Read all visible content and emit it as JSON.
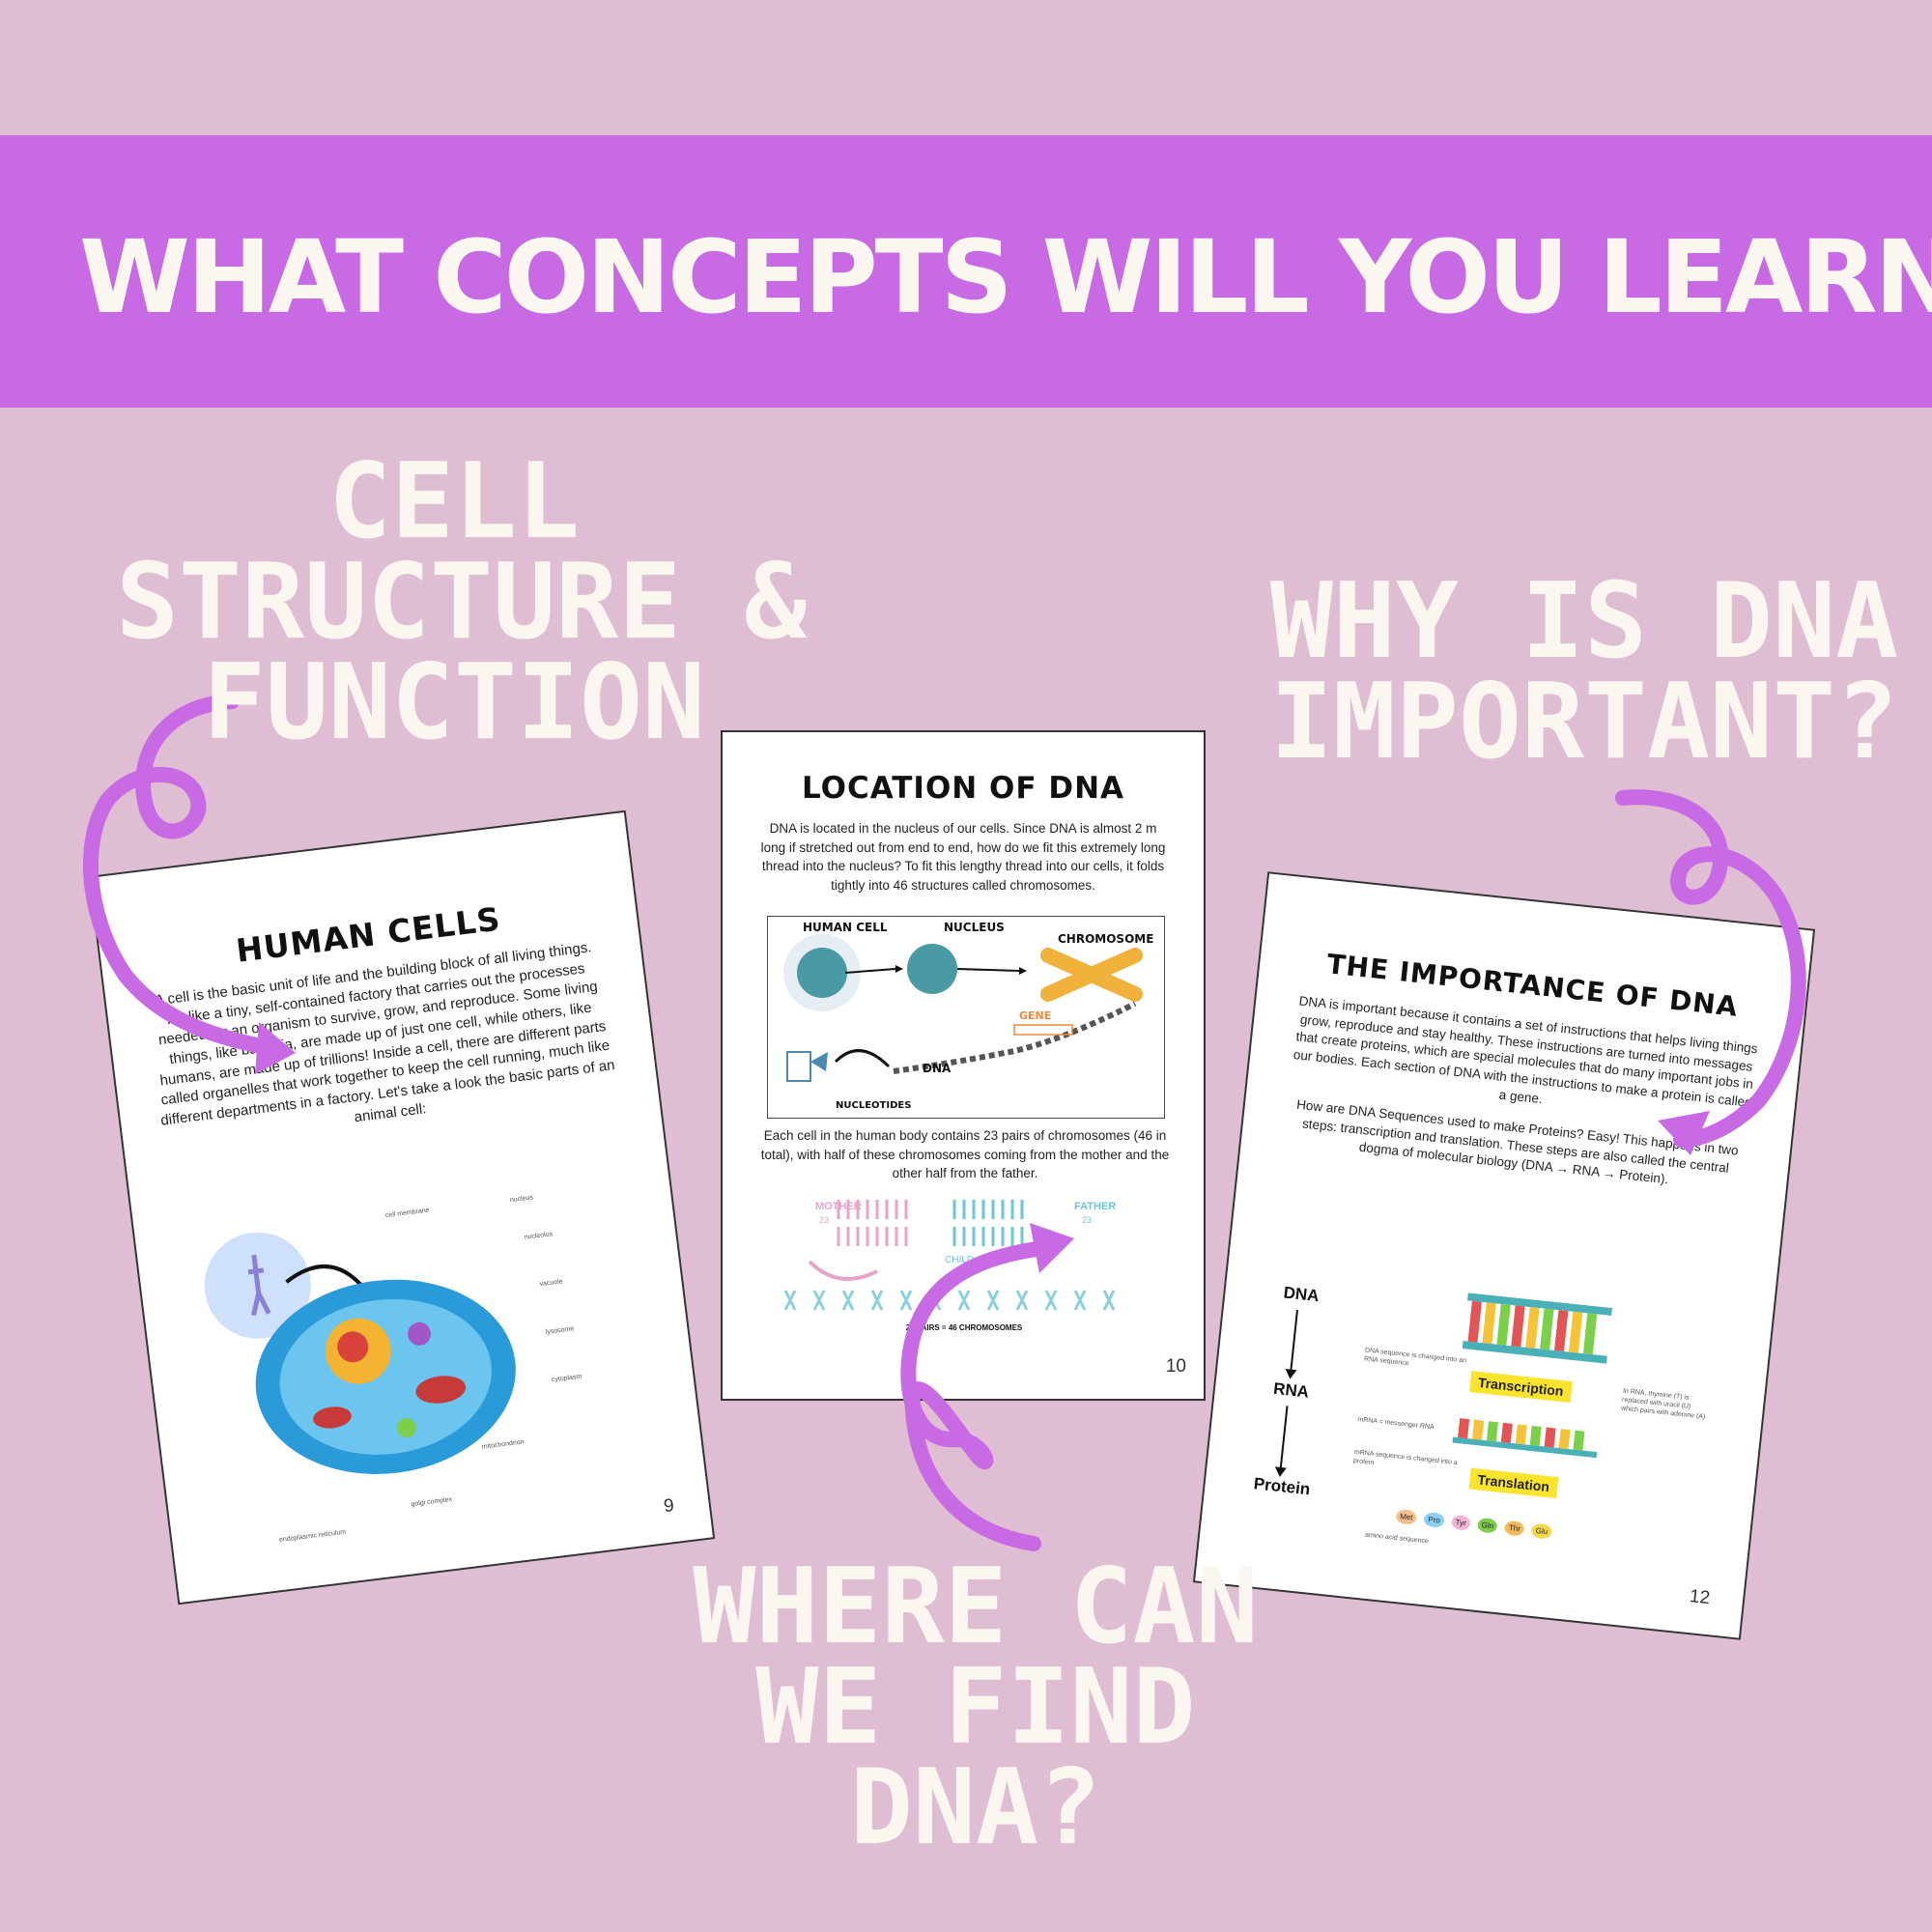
{
  "banner": {
    "title": "WHAT CONCEPTS WILL YOU LEARN?"
  },
  "labels": {
    "cell": [
      "CELL",
      "STRUCTURE &",
      "FUNCTION"
    ],
    "why": [
      "WHY IS DNA",
      "IMPORTANT?"
    ],
    "where": [
      "WHERE CAN",
      "WE FIND",
      "DNA?"
    ]
  },
  "pages": {
    "left": {
      "title": "HUMAN CELLS",
      "body": "A cell is the basic unit of life and the building block of all living things. It's like a tiny, self-contained factory that carries out the processes needed for an organism to survive, grow, and reproduce. Some living things, like bacteria, are made up of just one cell, while others, like humans, are made up of trillions! Inside a cell, there are different parts called organelles that work together to keep the cell running, much like different departments in a factory. Let's take a look the basic parts of an animal cell:",
      "parts": [
        "cell membrane",
        "nucleus",
        "nucleolus",
        "vacuole",
        "lysosome",
        "cytoplasm",
        "mitochondrion",
        "golgi complex",
        "endoplasmic reticulum"
      ],
      "page_number": "9"
    },
    "middle": {
      "title": "LOCATION OF DNA",
      "body": "DNA is located in the nucleus of our cells. Since DNA is almost 2 m long if stretched out from end to end, how do we fit this extremely long thread into the nucleus? To fit this lengthy thread into our cells, it folds tightly into 46 structures called chromosomes.",
      "diagram": {
        "human_cell": "HUMAN CELL",
        "nucleus": "NUCLEUS",
        "chromosome": "CHROMOSOME",
        "gene": "GENE",
        "dna": "DNA",
        "nucleotides": "NUCLEOTIDES"
      },
      "caption": "Each cell in the human body contains 23 pairs of chromosomes (46 in total), with half of these chromosomes coming from the mother and the other half from the father.",
      "mother": "MOTHER",
      "father": "FATHER",
      "child": "CHILD",
      "count": "23",
      "total": "23 PAIRS = 46 CHROMOSOMES",
      "page_number": "10"
    },
    "right": {
      "title": "THE IMPORTANCE OF DNA",
      "body": "DNA is important because it contains a set of instructions that helps living things grow, reproduce and stay healthy. These instructions are turned into messages that create proteins, which are special molecules that do many important jobs in our bodies. Each section of DNA with the instructions to make a protein is called a gene.",
      "body2": "How are DNA Sequences used to make Proteins? Easy! This happens in two steps: transcription and translation. These steps are also called the central dogma of molecular biology (DNA → RNA → Protein).",
      "flow": [
        "DNA",
        "RNA",
        "Protein"
      ],
      "transcription": "Transcription",
      "translation": "Translation",
      "note1": "DNA sequence is changed into an RNA sequence",
      "note2": "In RNA, thymine (T) is replaced with uracil (U) which pairs with adenine (A)",
      "note3": "mRNA = messenger RNA",
      "note4": "mRNA sequence is changed into a protein",
      "note5": "amino acid sequence",
      "amino_acids": [
        "Met",
        "Pro",
        "Tyr",
        "Gln",
        "Thr",
        "Glu"
      ],
      "page_number": "12"
    }
  },
  "colors": {
    "background": "#dfbdd3",
    "banner": "#c86ae4",
    "text": "#fbf7f0",
    "arrow": "#c86ae4"
  }
}
